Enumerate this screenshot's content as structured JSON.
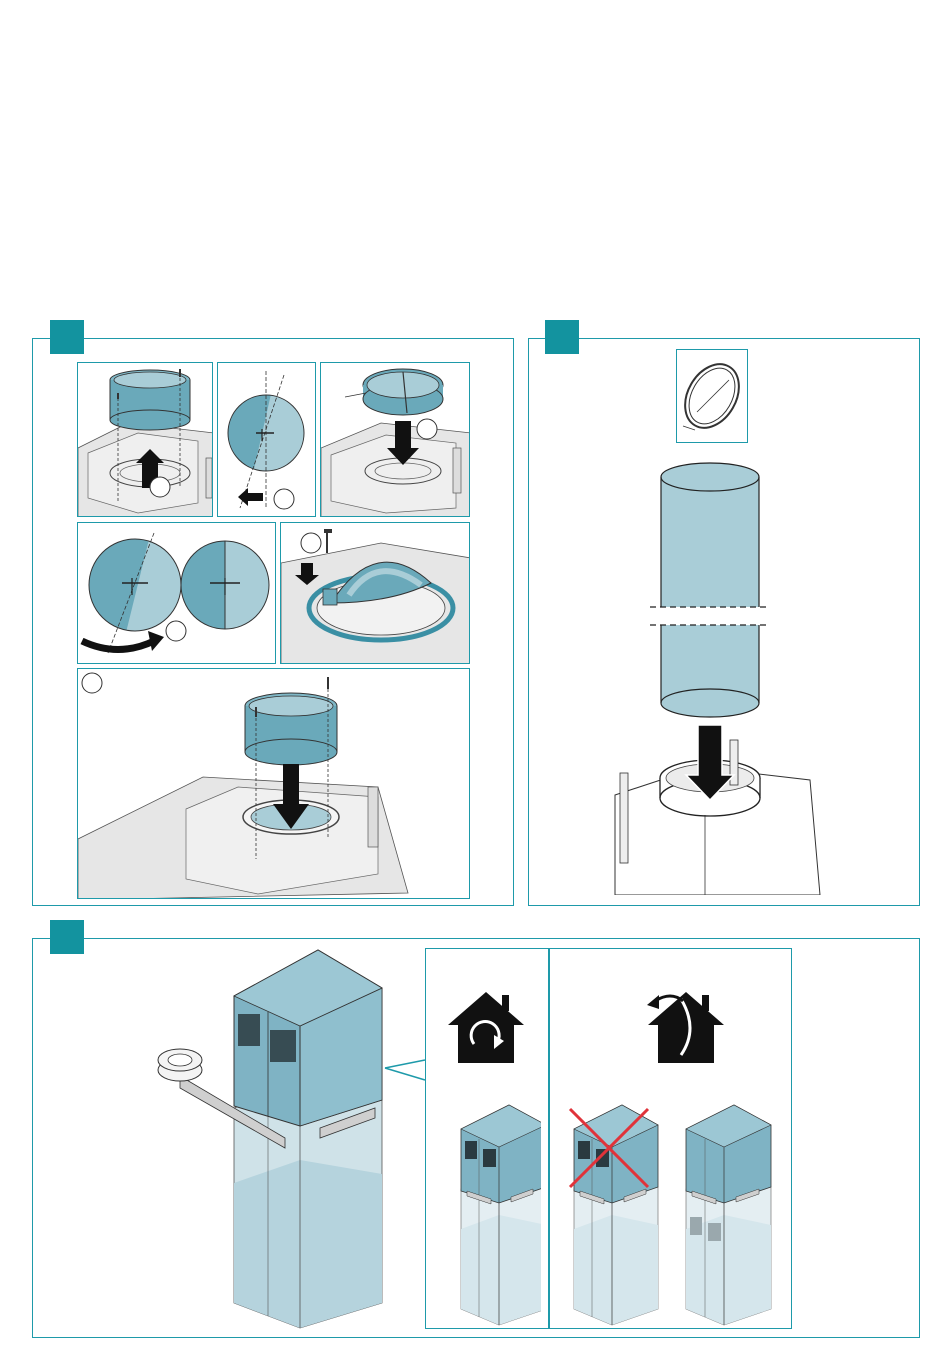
{
  "colors": {
    "accent": "#13939f",
    "frame": "#1e9aaa",
    "part_blue": "#6aa9ba",
    "part_blue_light": "#a9cdd7",
    "appliance_grey": "#e6e6e6",
    "cross_red": "#e0333a"
  },
  "steps": [
    {
      "id": "step-a",
      "number": ""
    },
    {
      "id": "step-b",
      "number": ""
    },
    {
      "id": "step-c",
      "number": ""
    }
  ],
  "sub_steps": {
    "remove_adapter": "",
    "fold_flap": "",
    "insert_flap": "",
    "rotate_flap": "",
    "screw_flap": "",
    "refit_adapter": ""
  },
  "icons": {
    "recirculation": "house-recirculation-icon",
    "extraction": "house-extraction-icon",
    "not_allowed": "red-cross-icon",
    "duct_diameter": "duct-diameter-icon"
  }
}
